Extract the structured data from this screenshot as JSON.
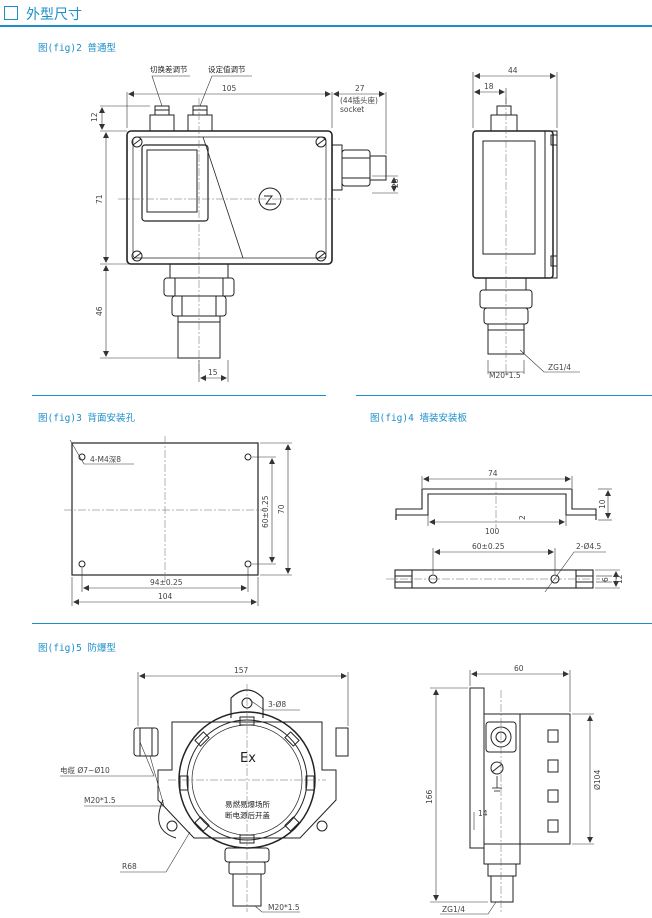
{
  "header": {
    "title": "外型尺寸",
    "accent": "#1b8fc9"
  },
  "fig2": {
    "caption": "图(fig)2  普通型",
    "label_switch": "切换差调节",
    "label_setpoint": "设定值调节",
    "dim_105": "105",
    "dim_27": "27",
    "plug_note": "(44插头座)",
    "socket": "socket",
    "dim_12": "12",
    "dim_71": "71",
    "dim_46": "46",
    "dim_15": "15",
    "dim_23": "23",
    "side_44": "44",
    "side_18": "18",
    "thread_m20": "M20*1.5",
    "thread_zg": "ZG1/4"
  },
  "fig3": {
    "caption": "图(fig)3  背面安装孔",
    "holes": "4-M4深8",
    "dim_60": "60±0.25",
    "dim_70": "70",
    "dim_94": "94±0.25",
    "dim_104": "104"
  },
  "fig4": {
    "caption": "图(fig)4  墙装安装板",
    "dim_74": "74",
    "dim_100": "100",
    "dim_10": "10",
    "dim_2": "2",
    "dim_60": "60±0.25",
    "holes": "2-Ø4.5",
    "dim_6": "6",
    "dim_12": "12"
  },
  "fig5": {
    "caption": "图(fig)5  防爆型",
    "dim_157": "157",
    "holes": "3-Ø8",
    "ex_mark": "Ex",
    "warning_line1": "易燃易爆场所",
    "warning_line2": "断电源后开盖",
    "cable": "电缆 Ø7~Ø10",
    "thread_m20_left": "M20*1.5",
    "radius": "R68",
    "thread_m20_bottom": "M20*1.5",
    "side_60": "60",
    "side_166": "166",
    "side_104": "Ø104",
    "side_14": "14",
    "thread_zg": "ZG1/4"
  }
}
